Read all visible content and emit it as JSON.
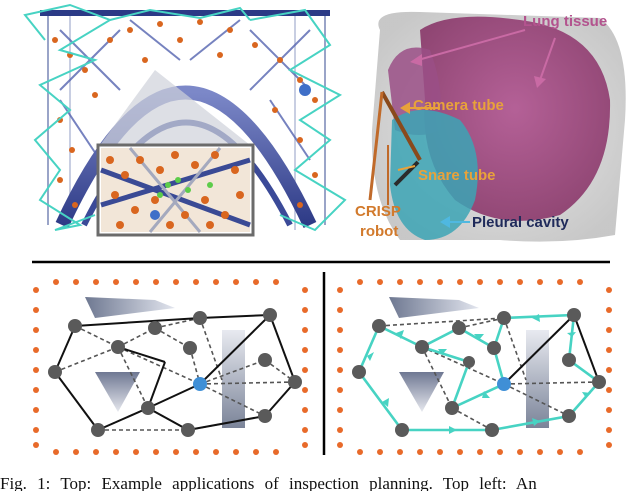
{
  "top_right": {
    "labels": {
      "lung_tissue": "Lung tissue",
      "camera_tube": "Camera tube",
      "snare_tube": "Snare tube",
      "crisp_line1": "CRISP",
      "crisp_line2": "robot",
      "pleural_cavity": "Pleural cavity"
    }
  },
  "caption": {
    "text": "Fig. 1: Top: Example applications of inspection planning. Top left: An"
  },
  "colors": {
    "node": "#5a5a5a",
    "highlight_node": "#3f8fd6",
    "path": "#47d3c3",
    "dots": "#e86a2a",
    "lung": "#a0467a",
    "cavity": "#39a9b8",
    "tube_label": "#e8a23a"
  }
}
